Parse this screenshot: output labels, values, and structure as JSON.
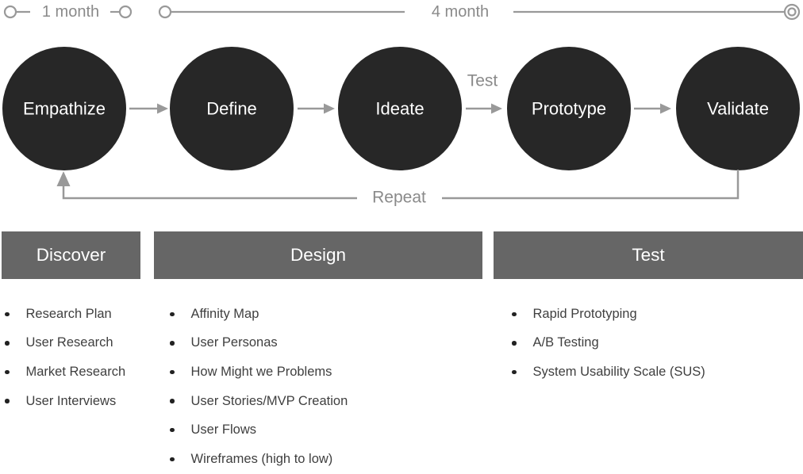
{
  "timeline": {
    "short_label": "1 month",
    "long_label": "4 month"
  },
  "stages": [
    {
      "label": "Empathize"
    },
    {
      "label": "Define"
    },
    {
      "label": "Ideate"
    },
    {
      "label": "Prototype"
    },
    {
      "label": "Validate"
    }
  ],
  "flow_labels": {
    "test_label": "Test",
    "repeat_label": "Repeat"
  },
  "phases": [
    {
      "title": "Discover",
      "items": [
        "Research Plan",
        "User Research",
        "Market Research",
        "User Interviews"
      ]
    },
    {
      "title": "Design",
      "items": [
        "Affinity Map",
        "User Personas",
        "How Might we Problems",
        "User Stories/MVP Creation",
        "User Flows",
        "Wireframes (high to low)"
      ]
    },
    {
      "title": "Test",
      "items": [
        "Rapid Prototyping",
        "A/B Testing",
        "System Usability Scale (SUS)"
      ]
    }
  ],
  "colors": {
    "stage_circle": "#272727",
    "stage_text": "#ffffff",
    "connector": "#999999",
    "flow_label_text": "#8a8a8a",
    "phase_bar": "#666666",
    "phase_bar_text": "#ffffff",
    "list_text": "#3f3f3f",
    "bullet": "#222222"
  }
}
